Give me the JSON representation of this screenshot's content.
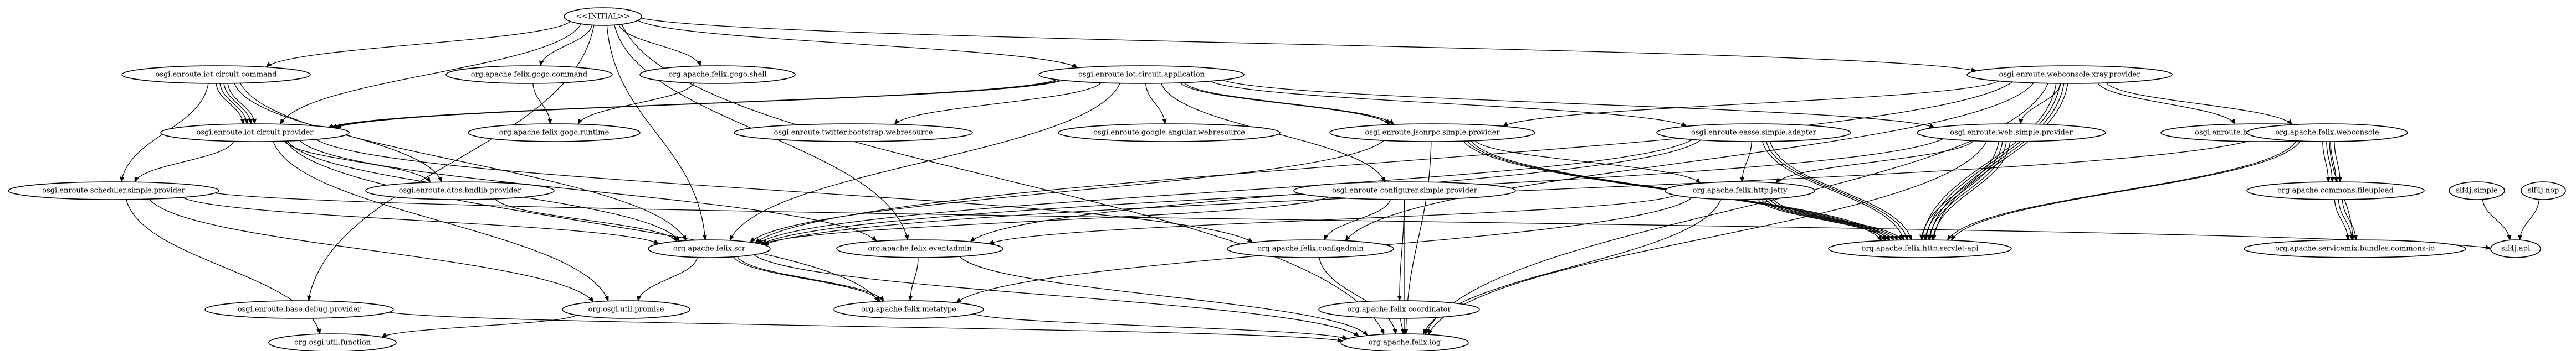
{
  "nodes": [
    {
      "id": "INITIAL",
      "label": "<<INITIAL>>"
    },
    {
      "id": "circuit_command",
      "label": "osgi.enroute.iot.circuit.command"
    },
    {
      "id": "gogo_command",
      "label": "org.apache.felix.gogo.command"
    },
    {
      "id": "gogo_shell",
      "label": "org.apache.felix.gogo.shell"
    },
    {
      "id": "circuit_application",
      "label": "osgi.enroute.iot.circuit.application"
    },
    {
      "id": "webconsole_xray",
      "label": "osgi.enroute.webconsole.xray.provider"
    },
    {
      "id": "circuit_provider",
      "label": "osgi.enroute.iot.circuit.provider"
    },
    {
      "id": "gogo_runtime",
      "label": "org.apache.felix.gogo.runtime"
    },
    {
      "id": "twitter_bootstrap",
      "label": "osgi.enroute.twitter.bootstrap.webresource"
    },
    {
      "id": "google_angular",
      "label": "osgi.enroute.google.angular.webresource"
    },
    {
      "id": "jsonrpc_provider",
      "label": "osgi.enroute.jsonrpc.simple.provider"
    },
    {
      "id": "easse_adapter",
      "label": "osgi.enroute.easse.simple.adapter"
    },
    {
      "id": "web_simple_provider",
      "label": "osgi.enroute.web.simple.provider"
    },
    {
      "id": "bostock_d3",
      "label": "osgi.enroute.bostock.d3.webresource"
    },
    {
      "id": "felix_webconsole",
      "label": "org.apache.felix.webconsole"
    },
    {
      "id": "scheduler_provider",
      "label": "osgi.enroute.scheduler.simple.provider"
    },
    {
      "id": "dtos_bndlib",
      "label": "osgi.enroute.dtos.bndlib.provider"
    },
    {
      "id": "configurer_provider",
      "label": "osgi.enroute.configurer.simple.provider"
    },
    {
      "id": "felix_http_jetty",
      "label": "org.apache.felix.http.jetty"
    },
    {
      "id": "commons_fileupload",
      "label": "org.apache.commons.fileupload"
    },
    {
      "id": "slf4j_simple",
      "label": "slf4j.simple"
    },
    {
      "id": "slf4j_nop",
      "label": "slf4j.nop"
    },
    {
      "id": "felix_scr",
      "label": "org.apache.felix.scr"
    },
    {
      "id": "felix_eventadmin",
      "label": "org.apache.felix.eventadmin"
    },
    {
      "id": "felix_configadmin",
      "label": "org.apache.felix.configadmin"
    },
    {
      "id": "felix_servlet_api",
      "label": "org.apache.felix.http.servlet-api"
    },
    {
      "id": "commons_io",
      "label": "org.apache.servicemix.bundles.commons-io"
    },
    {
      "id": "slf4j_api",
      "label": "slf4j.api"
    },
    {
      "id": "base_debug",
      "label": "osgi.enroute.base.debug.provider"
    },
    {
      "id": "util_promise",
      "label": "org.osgi.util.promise"
    },
    {
      "id": "felix_metatype",
      "label": "org.apache.felix.metatype"
    },
    {
      "id": "felix_coordinator",
      "label": "org.apache.felix.coordinator"
    },
    {
      "id": "util_function",
      "label": "org.osgi.util.function"
    },
    {
      "id": "felix_log",
      "label": "org.apache.felix.log"
    }
  ],
  "edges": [
    [
      "INITIAL",
      "circuit_command"
    ],
    [
      "INITIAL",
      "gogo_command"
    ],
    [
      "INITIAL",
      "gogo_shell"
    ],
    [
      "INITIAL",
      "circuit_application"
    ],
    [
      "INITIAL",
      "webconsole_xray"
    ],
    [
      "INITIAL",
      "circuit_provider"
    ],
    [
      "INITIAL",
      "felix_scr"
    ],
    [
      "INITIAL",
      "felix_eventadmin"
    ],
    [
      "INITIAL",
      "base_debug"
    ],
    [
      "INITIAL",
      "felix_log"
    ],
    [
      "circuit_command",
      "circuit_provider"
    ],
    [
      "circuit_command",
      "circuit_provider"
    ],
    [
      "circuit_command",
      "circuit_provider"
    ],
    [
      "circuit_command",
      "circuit_provider"
    ],
    [
      "circuit_command",
      "scheduler_provider"
    ],
    [
      "circuit_command",
      "felix_scr"
    ],
    [
      "circuit_command",
      "dtos_bndlib"
    ],
    [
      "gogo_command",
      "gogo_runtime"
    ],
    [
      "gogo_shell",
      "gogo_runtime"
    ],
    [
      "circuit_application",
      "circuit_provider"
    ],
    [
      "circuit_application",
      "circuit_provider"
    ],
    [
      "circuit_application",
      "circuit_provider"
    ],
    [
      "circuit_application",
      "twitter_bootstrap"
    ],
    [
      "circuit_application",
      "google_angular"
    ],
    [
      "circuit_application",
      "jsonrpc_provider"
    ],
    [
      "circuit_application",
      "jsonrpc_provider"
    ],
    [
      "circuit_application",
      "easse_adapter"
    ],
    [
      "circuit_application",
      "web_simple_provider"
    ],
    [
      "circuit_application",
      "configurer_provider"
    ],
    [
      "circuit_application",
      "felix_scr"
    ],
    [
      "webconsole_xray",
      "felix_webconsole"
    ],
    [
      "webconsole_xray",
      "bostock_d3"
    ],
    [
      "webconsole_xray",
      "web_simple_provider"
    ],
    [
      "webconsole_xray",
      "jsonrpc_provider"
    ],
    [
      "webconsole_xray",
      "felix_servlet_api"
    ],
    [
      "webconsole_xray",
      "felix_servlet_api"
    ],
    [
      "webconsole_xray",
      "felix_servlet_api"
    ],
    [
      "webconsole_xray",
      "felix_servlet_api"
    ],
    [
      "webconsole_xray",
      "felix_configadmin"
    ],
    [
      "webconsole_xray",
      "felix_scr"
    ],
    [
      "webconsole_xray",
      "felix_log"
    ],
    [
      "circuit_provider",
      "scheduler_provider"
    ],
    [
      "circuit_provider",
      "dtos_bndlib"
    ],
    [
      "circuit_provider",
      "felix_scr"
    ],
    [
      "circuit_provider",
      "felix_eventadmin"
    ],
    [
      "circuit_provider",
      "felix_configadmin"
    ],
    [
      "circuit_provider",
      "felix_metatype"
    ],
    [
      "circuit_provider",
      "util_promise"
    ],
    [
      "jsonrpc_provider",
      "felix_servlet_api"
    ],
    [
      "jsonrpc_provider",
      "felix_servlet_api"
    ],
    [
      "jsonrpc_provider",
      "felix_servlet_api"
    ],
    [
      "jsonrpc_provider",
      "felix_scr"
    ],
    [
      "jsonrpc_provider",
      "felix_http_jetty"
    ],
    [
      "jsonrpc_provider",
      "felix_log"
    ],
    [
      "easse_adapter",
      "felix_servlet_api"
    ],
    [
      "easse_adapter",
      "felix_servlet_api"
    ],
    [
      "easse_adapter",
      "felix_servlet_api"
    ],
    [
      "easse_adapter",
      "felix_http_jetty"
    ],
    [
      "easse_adapter",
      "felix_eventadmin"
    ],
    [
      "easse_adapter",
      "felix_scr"
    ],
    [
      "web_simple_provider",
      "felix_servlet_api"
    ],
    [
      "web_simple_provider",
      "felix_servlet_api"
    ],
    [
      "web_simple_provider",
      "felix_servlet_api"
    ],
    [
      "web_simple_provider",
      "felix_servlet_api"
    ],
    [
      "web_simple_provider",
      "felix_http_jetty"
    ],
    [
      "web_simple_provider",
      "felix_scr"
    ],
    [
      "web_simple_provider",
      "felix_log"
    ],
    [
      "felix_webconsole",
      "commons_fileupload"
    ],
    [
      "felix_webconsole",
      "commons_fileupload"
    ],
    [
      "felix_webconsole",
      "commons_fileupload"
    ],
    [
      "felix_webconsole",
      "commons_fileupload"
    ],
    [
      "felix_webconsole",
      "felix_servlet_api"
    ],
    [
      "felix_webconsole",
      "felix_servlet_api"
    ],
    [
      "felix_webconsole",
      "commons_io"
    ],
    [
      "felix_webconsole",
      "felix_scr"
    ],
    [
      "scheduler_provider",
      "felix_scr"
    ],
    [
      "scheduler_provider",
      "util_promise"
    ],
    [
      "scheduler_provider",
      "util_function"
    ],
    [
      "scheduler_provider",
      "slf4j_api"
    ],
    [
      "dtos_bndlib",
      "felix_scr"
    ],
    [
      "configurer_provider",
      "felix_configadmin"
    ],
    [
      "configurer_provider",
      "felix_coordinator"
    ],
    [
      "configurer_provider",
      "felix_scr"
    ],
    [
      "configurer_provider",
      "felix_log"
    ],
    [
      "felix_http_jetty",
      "felix_servlet_api"
    ],
    [
      "felix_http_jetty",
      "felix_servlet_api"
    ],
    [
      "felix_http_jetty",
      "felix_servlet_api"
    ],
    [
      "felix_http_jetty",
      "felix_servlet_api"
    ],
    [
      "felix_http_jetty",
      "felix_servlet_api"
    ],
    [
      "felix_http_jetty",
      "felix_eventadmin"
    ],
    [
      "felix_http_jetty",
      "felix_metatype"
    ],
    [
      "felix_http_jetty",
      "felix_log"
    ],
    [
      "commons_fileupload",
      "commons_io"
    ],
    [
      "commons_fileupload",
      "commons_io"
    ],
    [
      "commons_fileupload",
      "commons_io"
    ],
    [
      "slf4j_simple",
      "slf4j_api"
    ],
    [
      "slf4j_nop",
      "slf4j_api"
    ],
    [
      "felix_scr",
      "felix_metatype"
    ],
    [
      "felix_scr",
      "felix_metatype"
    ],
    [
      "felix_scr",
      "util_promise"
    ],
    [
      "felix_scr",
      "felix_log"
    ],
    [
      "felix_eventadmin",
      "felix_metatype"
    ],
    [
      "felix_eventadmin",
      "felix_log"
    ],
    [
      "felix_configadmin",
      "felix_log"
    ],
    [
      "base_debug",
      "felix_log"
    ],
    [
      "util_promise",
      "util_function"
    ],
    [
      "felix_metatype",
      "felix_log"
    ],
    [
      "felix_coordinator",
      "felix_log"
    ]
  ]
}
